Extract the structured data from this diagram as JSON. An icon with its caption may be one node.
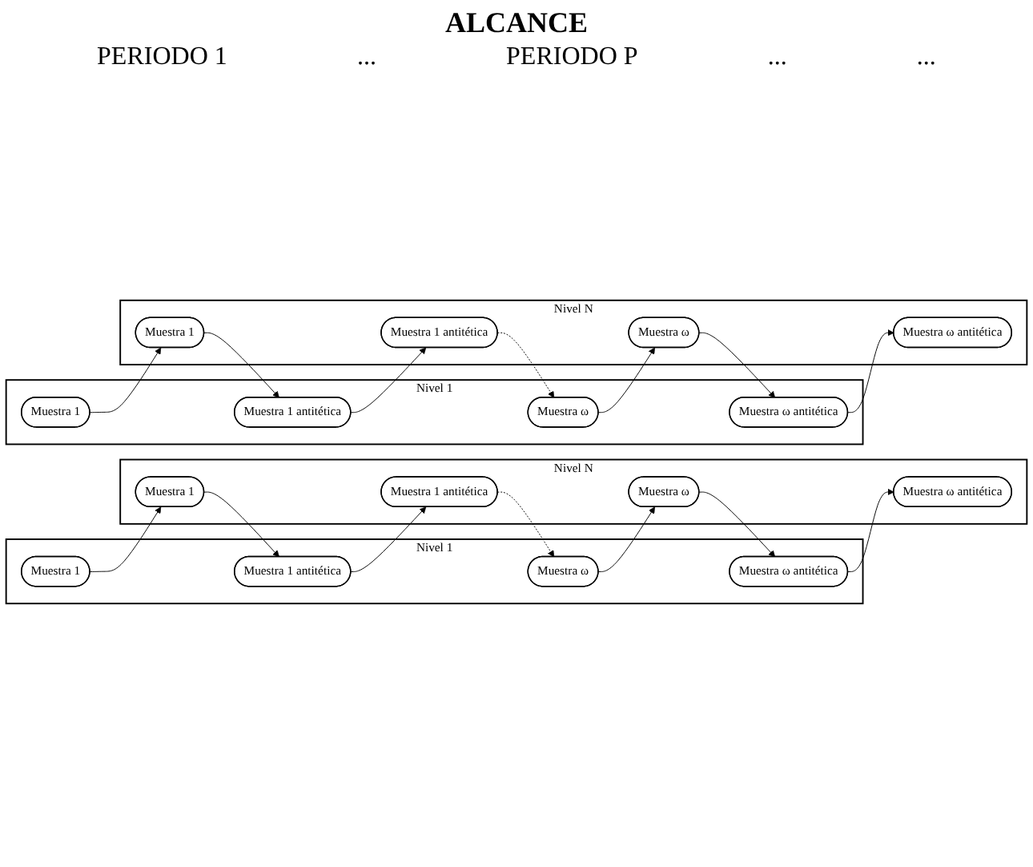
{
  "diagram": {
    "title": "ALCANCE",
    "nodes": [
      {
        "text": [
          "Nivel 1"
        ]
      },
      {
        "text": [
          "Muestra 1"
        ],
        "in": 0
      },
      {
        "text": [
          "Muestra 1 antitética"
        ],
        "in": 0
      },
      {
        "text": [
          "Muestra ω"
        ],
        "in": 0
      },
      {
        "text": [
          "Muestra ω antitética"
        ],
        "in": 0
      },
      {
        "text": [
          "Nivel N"
        ]
      },
      {
        "text": [
          "Muestra 1"
        ],
        "in": 5
      },
      {
        "text": [
          "Muestra 1 antitética"
        ],
        "in": 5
      },
      {
        "text": [
          "Muestra ω"
        ],
        "in": 5
      },
      {
        "text": [
          "Muestra ω antitética"
        ],
        "in": 5
      },
      {
        "text": [
          "Nivel 1"
        ]
      },
      {
        "text": [
          "Muestra 1"
        ],
        "in": 10
      },
      {
        "text": [
          "Muestra 1 antitética"
        ],
        "in": 10
      },
      {
        "text": [
          "Muestra ω"
        ],
        "in": 10
      },
      {
        "text": [
          "Muestra ω antitética"
        ],
        "in": 10
      },
      {
        "text": [
          "Nivel N"
        ]
      },
      {
        "text": [
          "Muestra 1"
        ],
        "in": 15
      },
      {
        "text": [
          "Muestra 1 antitética"
        ],
        "in": 15
      },
      {
        "text": [
          "Muestra ω"
        ],
        "in": 15
      },
      {
        "text": [
          "Muestra ω antitética"
        ],
        "in": 15
      }
    ],
    "edges": [
      {
        "from": 1,
        "to": 6,
        "arrow": "to"
      },
      {
        "from": 6,
        "to": 2,
        "arrow": "to"
      },
      {
        "from": 2,
        "to": 7,
        "arrow": "to"
      },
      {
        "from": 7,
        "to": 3,
        "arrow": "to",
        "style": "dashed"
      },
      {
        "from": 3,
        "to": 8,
        "arrow": "to"
      },
      {
        "from": 8,
        "to": 4,
        "arrow": "to"
      },
      {
        "from": 4,
        "to": 9,
        "arrow": "to"
      },
      {
        "from": 11,
        "to": 16,
        "arrow": "to"
      },
      {
        "from": 16,
        "to": 12,
        "arrow": "to"
      },
      {
        "from": 12,
        "to": 17,
        "arrow": "to"
      },
      {
        "from": 17,
        "to": 13,
        "arrow": "to",
        "style": "dashed"
      },
      {
        "from": 13,
        "to": 18,
        "arrow": "to"
      },
      {
        "from": 18,
        "to": 14,
        "arrow": "to"
      },
      {
        "from": 14,
        "to": 19,
        "arrow": "to"
      }
    ],
    "labels": [
      "PERIODO 1",
      "...",
      "PERIODO P",
      "...",
      "..."
    ]
  }
}
